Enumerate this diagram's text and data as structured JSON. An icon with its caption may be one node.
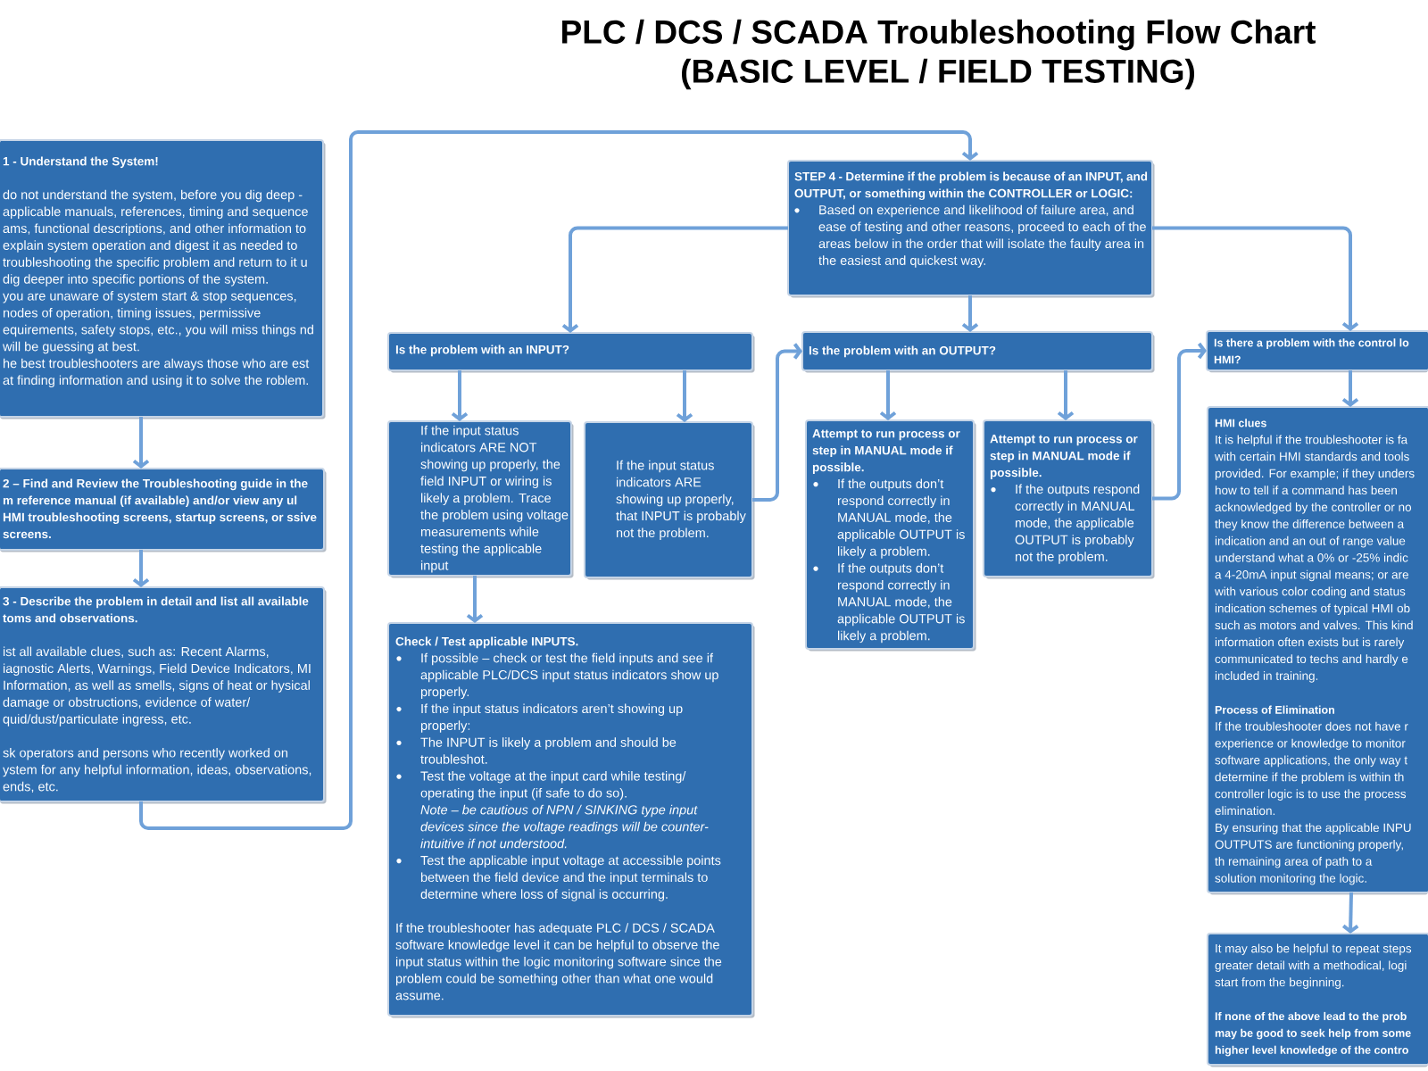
{
  "diagram": {
    "title": "PLC / DCS / SCADA Troubleshooting Flow Chart (BASIC LEVEL / FIELD TESTING)",
    "nodes": [
      {
        "text": [
          "1 - Understand the System!",
          "do not understand the system, before you dig deep - applicable manuals, references, timing and sequence ams, functional descriptions, and other information to explain system operation and digest it as needed to troubleshooting the specific problem and return to it u dig deeper into specific portions of the system.",
          "you are unaware of system start & stop sequences, nodes of operation, timing issues, permissive equirements, safety stops, etc., you will miss things nd will be guessing at best.",
          "he best troubleshooters are always those who are est at finding information and using it to solve the roblem."
        ]
      },
      {
        "text": [
          "2 – Find and Review the Troubleshooting guide in the m reference manual (if available) and/or view any ul HMI troubleshooting screens, startup screens, or ssive screens."
        ]
      },
      {
        "text": [
          "3 - Describe the problem in detail and list all available toms and observations.",
          "ist all available clues, such as: Recent Alarms, iagnostic Alerts, Warnings, Field Device Indicators, MI Information, as well as smells, signs of heat or hysical damage or obstructions, evidence of water/ quid/dust/particulate ingress, etc.",
          "sk operators and persons who recently worked on ystem for any helpful information, ideas, observations, ends, etc."
        ]
      },
      {
        "text": [
          "STEP 4 - Determine if the problem is because of an INPUT, and OUTPUT, or something within the CONTROLLER or LOGIC:",
          "Based on experience and likelihood of failure area, and ease of testing and other reasons, proceed to each of the areas below in the order that will isolate the faulty area in the easiest and quickest way."
        ]
      },
      {
        "text": [
          "Is the problem with an INPUT?"
        ]
      },
      {
        "text": [
          "If the input status indicators ARE NOT showing up properly, the field INPUT or wiring is likely a problem. Trace the problem using voltage measurements while testing the applicable input"
        ]
      },
      {
        "text": [
          "If the input status indicators ARE showing up properly, that INPUT is probably not the problem."
        ]
      },
      {
        "text": [
          "Check / Test applicable INPUTS.",
          "If possible – check or test the field inputs and see if applicable PLC/DCS input status indicators show up properly.",
          "If the input status indicators aren’t showing up properly:",
          "The INPUT is likely a problem and should be troubleshot.",
          "Test the voltage at the input card while testing/ operating the input (if safe to do so).",
          "Note – be cautious of NPN / SINKING type input devices since the voltage readings will be counter- intuitive if not understood.",
          "Test the applicable input voltage at accessible points between the field device and the input terminals to determine where loss of signal is occurring.",
          "If the troubleshooter has adequate PLC / DCS / SCADA software knowledge level it can be helpful to observe the input status within the logic monitoring software since the problem could be something other than what one would assume."
        ]
      },
      {
        "text": [
          "Is the problem with an OUTPUT?"
        ]
      },
      {
        "text": [
          "Attempt to run process or step in MANUAL mode if possible.",
          "If the outputs don’t respond correctly in MANUAL mode, the applicable OUTPUT is likely a problem.",
          "If the outputs don’t respond correctly in MANUAL mode, the applicable OUTPUT is likely a problem."
        ]
      },
      {
        "text": [
          "Attempt to run process or step in MANUAL mode if possible.",
          "If the outputs respond correctly in MANUAL mode, the applicable OUTPUT is probably not the problem."
        ]
      },
      {
        "text": [
          "Is there a problem with the control lo HMI?"
        ]
      },
      {
        "text": [
          "HMI clues",
          "It is helpful if the troubleshooter is fa with certain HMI standards and tools provided. For example; if they unders how to tell if a command has been acknowledged by the controller or no they know the difference between a indication and an out of range value understand what a 0% or -25% indic a 4-20mA input signal means; or are with various color coding and status indication schemes of typical HMI ob such as motors and valves. This kind information often exists but is rarely communicated to techs and hardly e included in training.",
          "Process of Elimination",
          "If the troubleshooter does not have r experience or knowledge to monitor software applications, the only way t determine if the problem is within th controller logic is to use the process elimination.",
          "By ensuring that the applicable INPU OUTPUTS are functioning properly, th remaining area of path to a solution monitoring the logic."
        ]
      },
      {
        "text": [
          "It may also be helpful to repeat steps greater detail with a methodical, logi start from the beginning.",
          "If none of the above lead to the prob may be good to seek help from some higher level knowledge of the contro"
        ]
      }
    ],
    "edges": [
      {
        "from": 0,
        "to": 1,
        "arrow": "to"
      },
      {
        "from": 1,
        "to": 2,
        "arrow": "to"
      },
      {
        "from": 2,
        "to": 3,
        "arrow": "to"
      },
      {
        "from": 3,
        "to": 4,
        "arrow": "to"
      },
      {
        "from": 3,
        "to": 8,
        "arrow": "to"
      },
      {
        "from": 3,
        "to": 11,
        "arrow": "to"
      },
      {
        "from": 4,
        "to": 5,
        "arrow": "to"
      },
      {
        "from": 4,
        "to": 6,
        "arrow": "to"
      },
      {
        "from": 5,
        "to": 7,
        "arrow": "to"
      },
      {
        "from": 6,
        "to": 8,
        "arrow": "to"
      },
      {
        "from": 8,
        "to": 9,
        "arrow": "to"
      },
      {
        "from": 8,
        "to": 10,
        "arrow": "to"
      },
      {
        "from": 10,
        "to": 11,
        "arrow": "to"
      },
      {
        "from": 11,
        "to": 12,
        "arrow": "to"
      },
      {
        "from": 12,
        "to": 13,
        "arrow": "to"
      }
    ]
  }
}
